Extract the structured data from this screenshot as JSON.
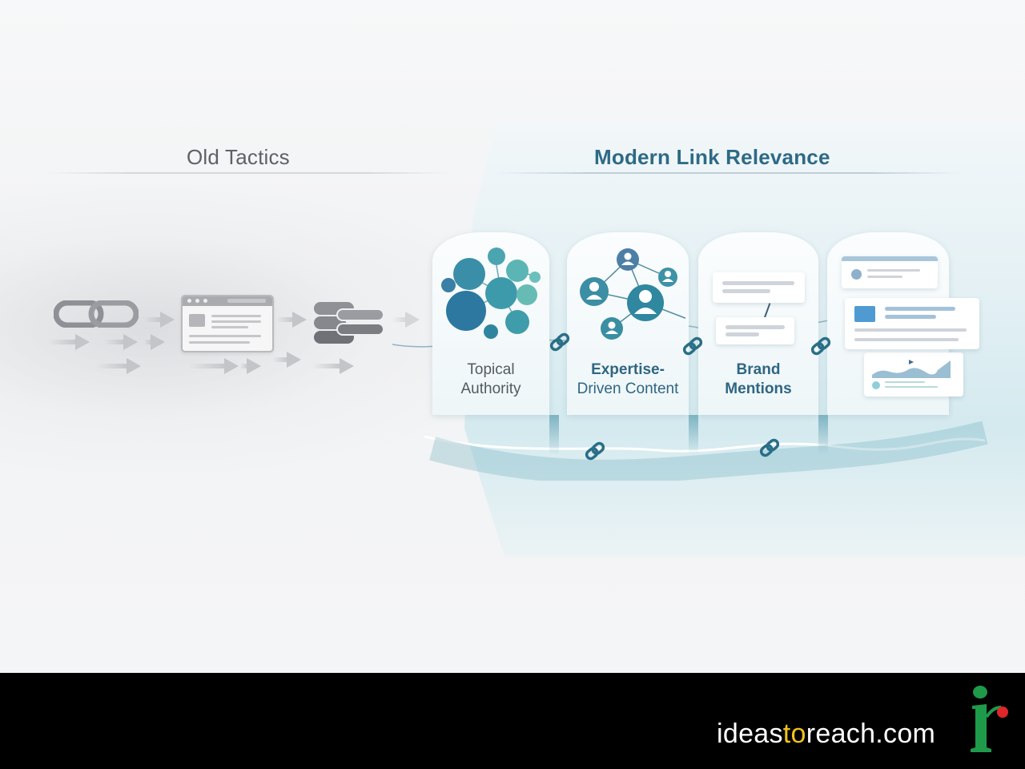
{
  "diagram": {
    "left_section": {
      "title": "Old Tactics",
      "icons": [
        "chain-link-icon",
        "browser-window-icon",
        "stacked-bars-icon"
      ],
      "arrows": "grey-flow-arrows"
    },
    "right_section": {
      "title": "Modern Link Relevance",
      "cards": [
        {
          "label_line1": "Topical",
          "label_line2": "Authority",
          "icon": "bubble-network-icon"
        },
        {
          "label_line1": "Expertise-",
          "label_line2": "Driven Content",
          "icon": "people-network-icon"
        },
        {
          "label_line1": "Brand",
          "label_line2": "Mentions",
          "icon": "mention-cards-icon"
        },
        {
          "label_line1": "",
          "label_line2": "",
          "icon": "content-cards-icon"
        }
      ],
      "connectors": "chain-link-icons"
    },
    "colors": {
      "old_title": "#5d6168",
      "new_title": "#2e6a86",
      "teal": "#3a8fa6",
      "blue": "#2d6f9a"
    }
  },
  "footer": {
    "brand_prefix": "ideas",
    "brand_highlight": "to",
    "brand_suffix": "reach.com",
    "logo": "ir-logo-icon",
    "colors": {
      "background": "#000000",
      "text": "#ffffff",
      "highlight": "#f2c21b",
      "logo_green": "#1f9a4a",
      "logo_red": "#e0262b"
    }
  }
}
